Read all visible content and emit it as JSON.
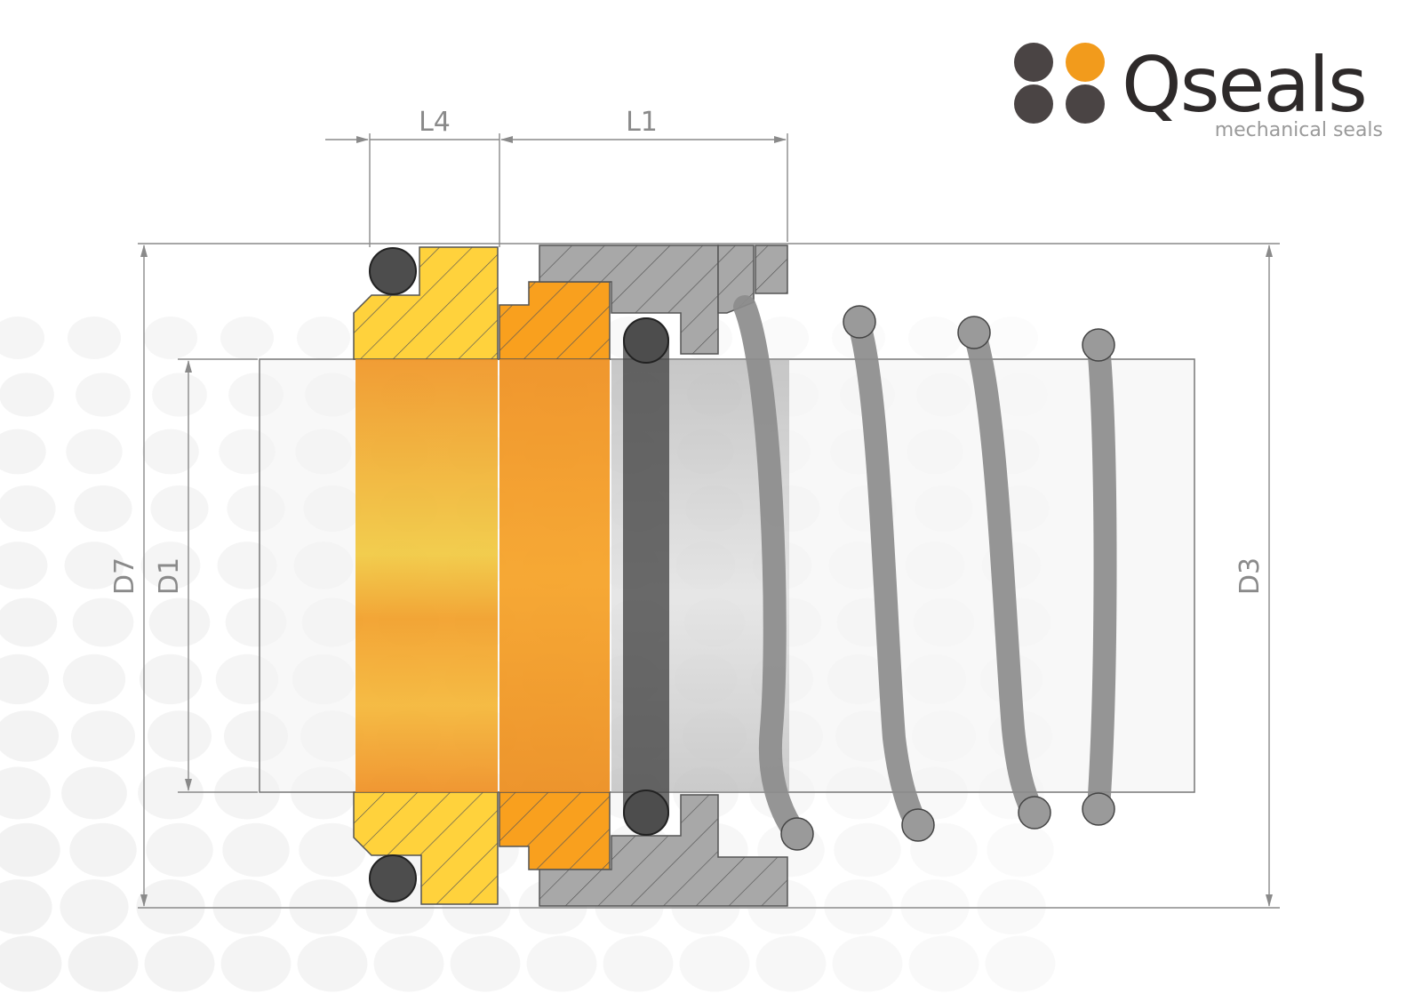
{
  "logo": {
    "name": "Qseals",
    "tagline": "mechanical seals",
    "dot_colors": [
      "#4a4444",
      "#f29b1c",
      "#4a4444",
      "#4a4444"
    ]
  },
  "dimensions": {
    "L4": "L4",
    "L1": "L1",
    "D7": "D7",
    "D1": "D1",
    "D3": "D3"
  },
  "colors": {
    "seat_yellow": "#ffd23c",
    "face_orange": "#f9a01e",
    "housing_gray": "#a8a8a8",
    "oring_dark": "#4d4d4d",
    "spring_gray": "#8c8c8c",
    "dimension_line": "#8a8a8a"
  }
}
